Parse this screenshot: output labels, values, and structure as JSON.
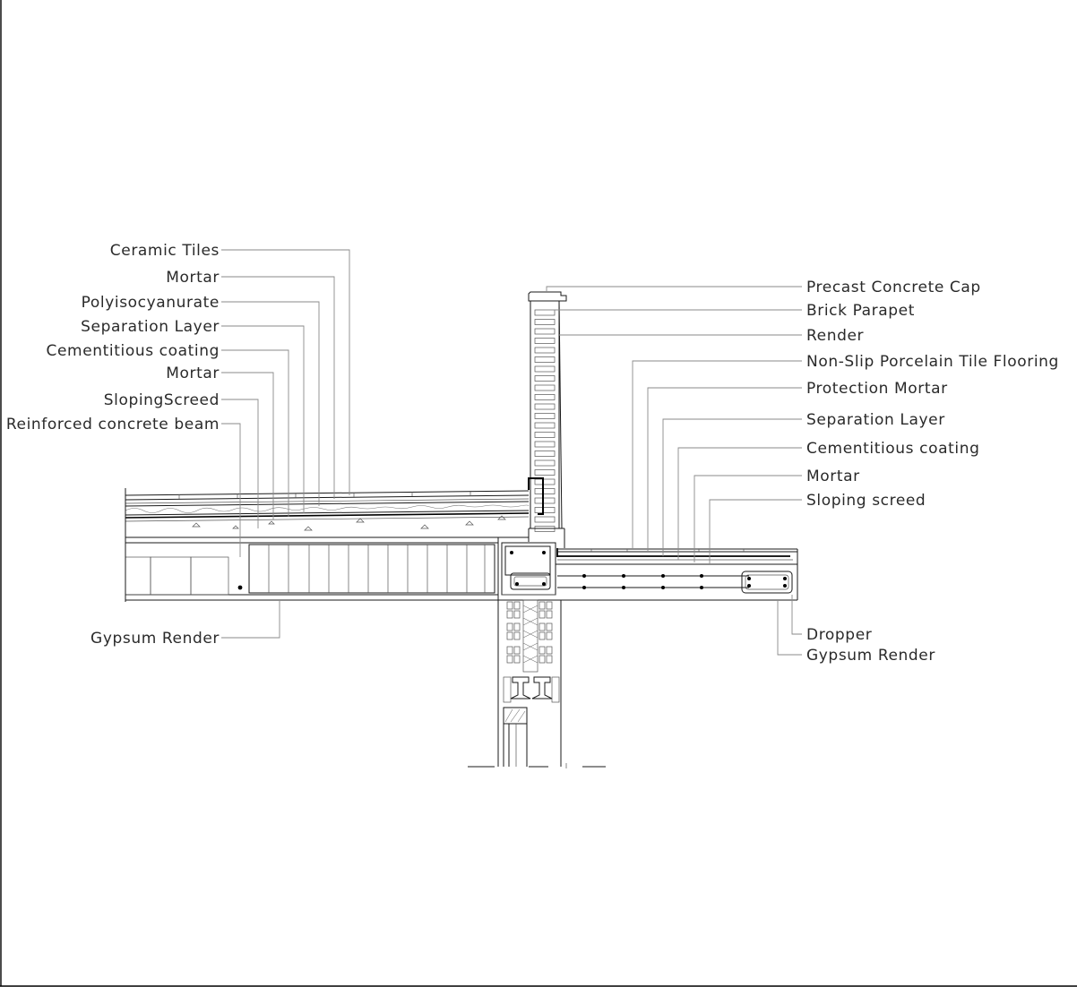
{
  "labels_left": [
    "Ceramic Tiles",
    "Mortar",
    "Polyisocyanurate",
    "Separation Layer",
    "Cementitious coating",
    "Mortar",
    "SlopingScreed",
    "Reinforced concrete beam"
  ],
  "label_bottom_left": "Gypsum Render",
  "labels_right": [
    "Precast Concrete Cap",
    "Brick Parapet",
    "Render",
    "Non-Slip Porcelain Tile Flooring",
    "Protection Mortar",
    "Separation Layer",
    "Cementitious coating",
    "Mortar",
    "Sloping screed"
  ],
  "labels_bottom_right": [
    "Dropper",
    "Gypsum Render"
  ]
}
